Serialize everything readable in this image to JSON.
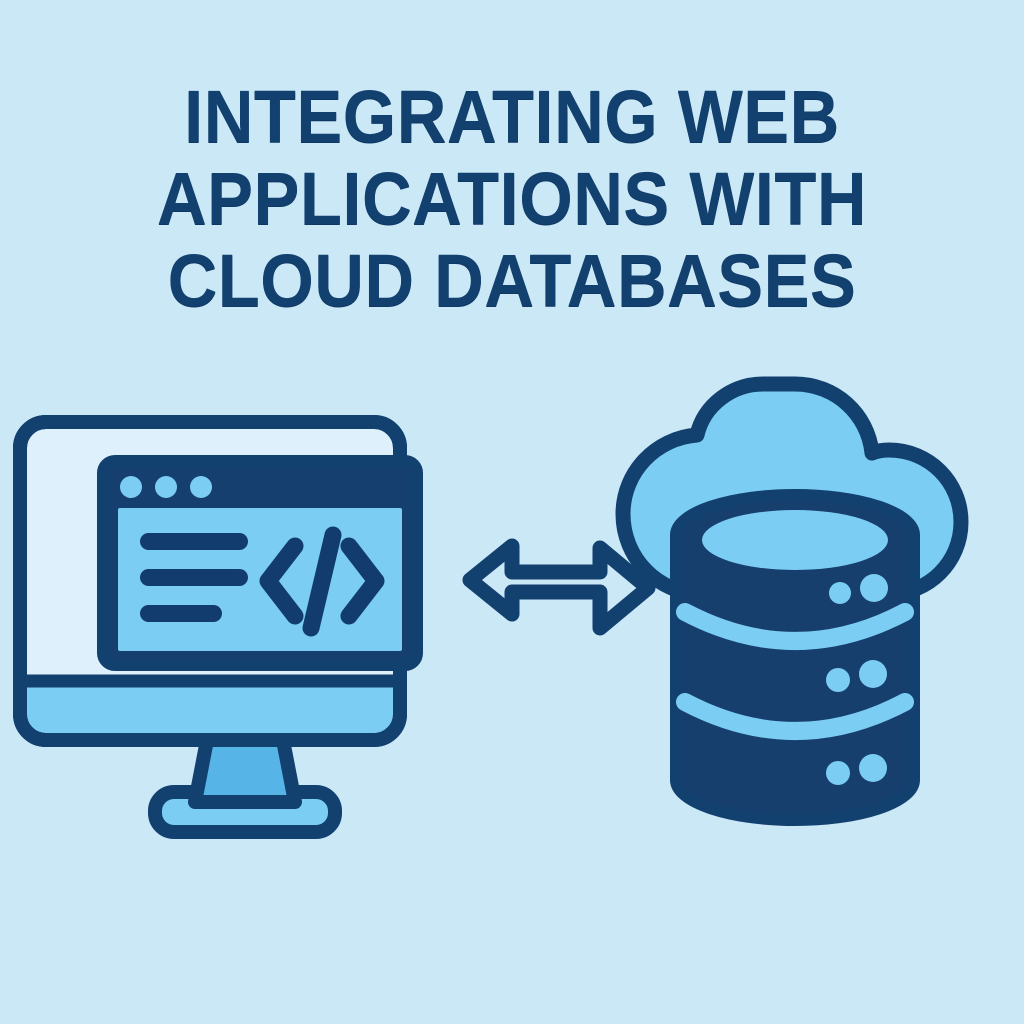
{
  "poster": {
    "background_color": "#cbe8f7",
    "title_color": "#12406f",
    "accent_light_blue": "#7ccdf3",
    "accent_mid_blue": "#56b4e6",
    "accent_navy": "#12406f",
    "panel_pale": "#ddf0fb"
  },
  "title": {
    "full_text": "INTEGRATING WEB APPLICATIONS WITH CLOUD DATABASES",
    "lines": [
      "INTEGRATING WEB",
      "APPLICATIONS WITH",
      "CLOUD DATABASES"
    ]
  },
  "illustration": {
    "caption": "Web application monitor exchanging data with a cloud database",
    "monitor": {
      "label": "web-application-monitor",
      "browser_window": {
        "title_bar_dots": 3,
        "code_lines": 3,
        "code_symbol": "</>"
      }
    },
    "connector": {
      "label": "bidirectional-data-exchange-arrow",
      "direction": "bidirectional"
    },
    "cloud_database": {
      "label": "cloud-database",
      "cloud": "cloud-shape",
      "cylinder_tiers": 3,
      "indicator_pairs": 3
    }
  }
}
